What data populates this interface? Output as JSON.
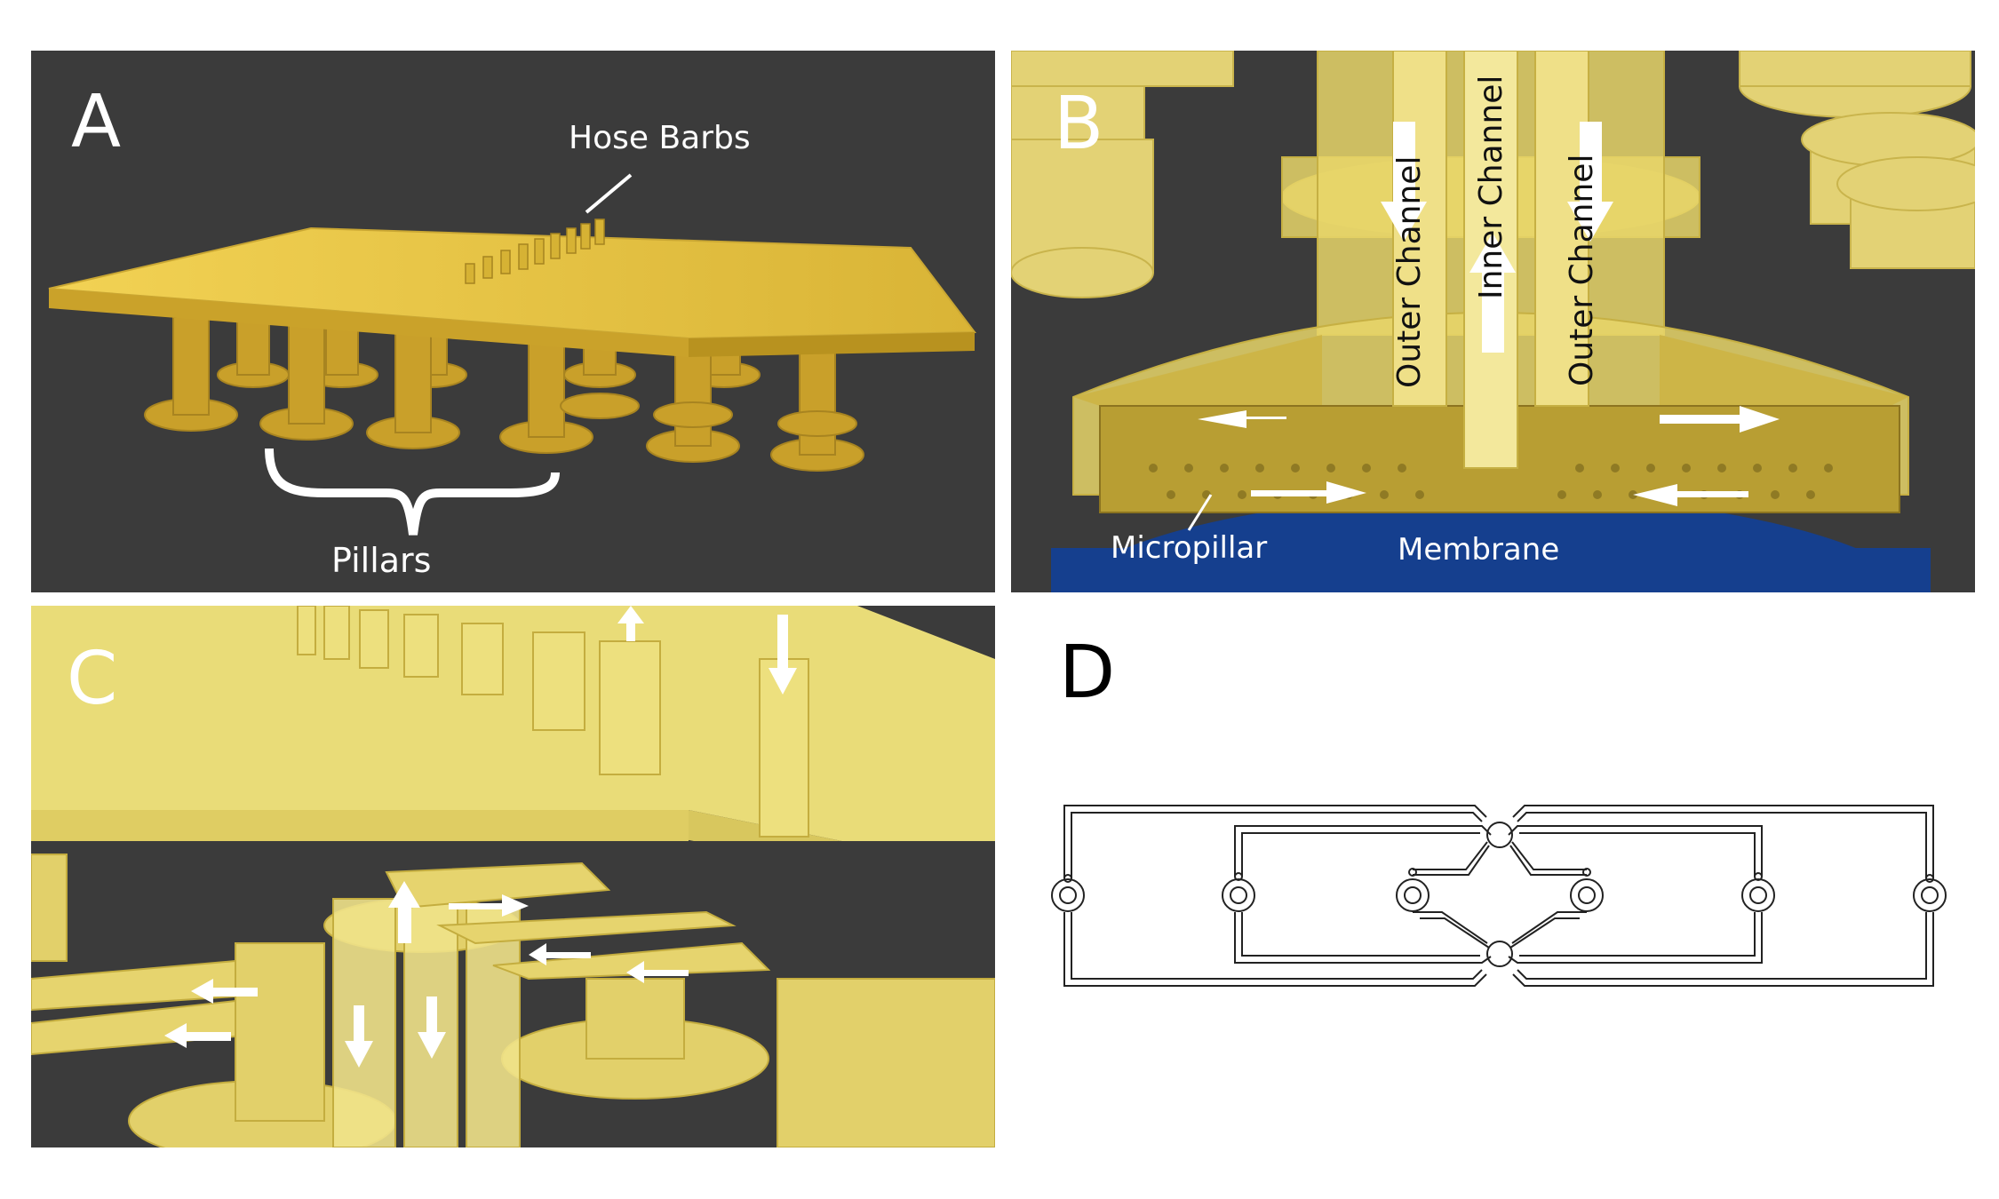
{
  "panels": {
    "a": {
      "letter": "A",
      "labels": {
        "hose_barbs": "Hose Barbs",
        "pillars": "Pillars"
      }
    },
    "b": {
      "letter": "B",
      "labels": {
        "outer_channel_left": "Outer Channel",
        "inner_channel": "Inner Channel",
        "outer_channel_right": "Outer Channel",
        "micropillar": "Micropillar",
        "membrane": "Membrane"
      }
    },
    "c": {
      "letter": "C"
    },
    "d": {
      "letter": "D"
    }
  },
  "colors": {
    "background_dark": "#3b3b3b",
    "device_gold": "#e8c94a",
    "device_translucent": "#f0e07a",
    "membrane_blue": "#0f3b8c",
    "arrow": "#ffffff",
    "schematic_line": "#222222"
  }
}
